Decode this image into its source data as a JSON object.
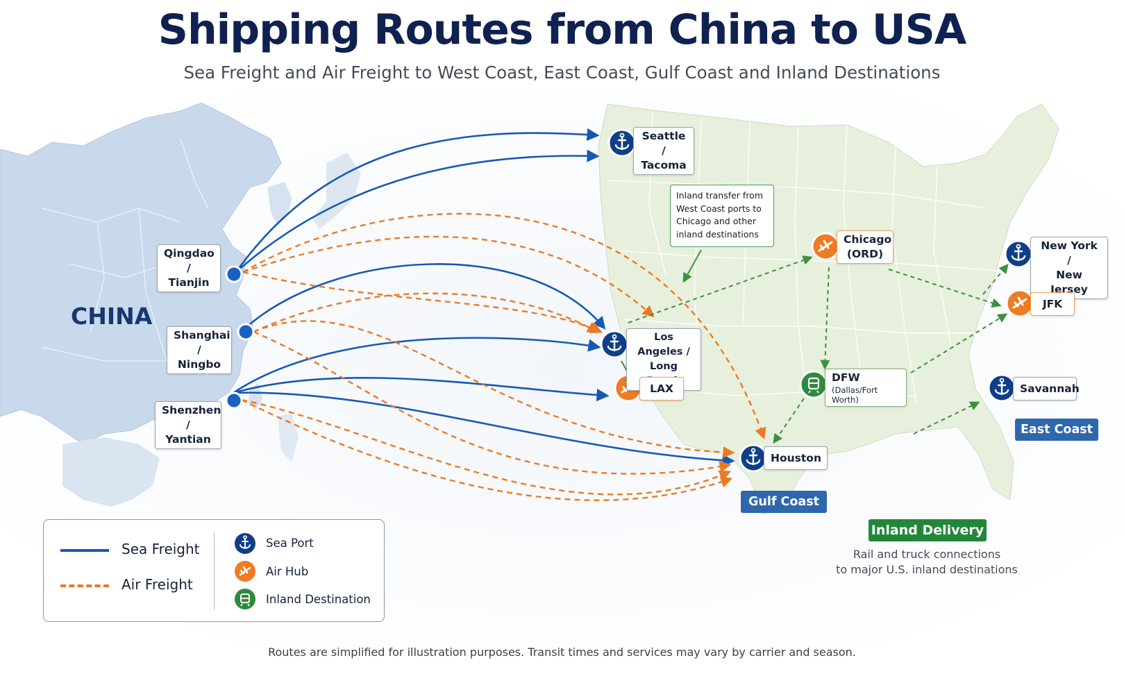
{
  "title": "Shipping Routes from China to USA",
  "subtitle": "Sea Freight and Air Freight to West Coast, East Coast, Gulf Coast and Inland Destinations",
  "china_label": "CHINA",
  "origins": {
    "qingdao": {
      "line1": "Qingdao /",
      "line2": "Tianjin"
    },
    "shanghai": {
      "line1": "Shanghai /",
      "line2": "Ningbo"
    },
    "shenzhen": {
      "line1": "Shenzhen /",
      "line2": "Yantian"
    }
  },
  "destinations": {
    "seattle": {
      "line1": "Seattle /",
      "line2": "Tacoma",
      "type": "sea-port"
    },
    "los_angeles": {
      "line1": "Los Angeles /",
      "line2": "Long Beach",
      "type": "sea-port"
    },
    "lax": {
      "line1": "LAX",
      "type": "air-hub"
    },
    "houston": {
      "line1": "Houston",
      "type": "sea-port"
    },
    "chicago": {
      "line1": "Chicago",
      "line2": "(ORD)",
      "type": "air-hub"
    },
    "dfw": {
      "line1": "DFW",
      "line2": "(Dallas/Fort Worth)",
      "type": "inland-destination"
    },
    "new_york": {
      "line1": "New York /",
      "line2": "New Jersey",
      "type": "sea-port"
    },
    "jfk": {
      "line1": "JFK",
      "type": "air-hub"
    },
    "savannah": {
      "line1": "Savannah",
      "type": "sea-port"
    }
  },
  "callout": {
    "line1": "Inland transfer from",
    "line2": "West Coast ports to",
    "line3": "Chicago and other",
    "line4": "inland destinations"
  },
  "regions": {
    "gulf": "Gulf Coast",
    "east": "East Coast",
    "inland": "Inland Delivery"
  },
  "inland_note": {
    "line1": "Rail and truck connections",
    "line2": "to major U.S. inland destinations"
  },
  "legend": {
    "sea": "Sea Freight",
    "air": "Air Freight",
    "sea_port": "Sea Port",
    "air_hub": "Air Hub",
    "inland": "Inland Destination"
  },
  "footer": "Routes are simplified for illustration purposes.  Transit times and services may vary by carrier and season.",
  "colors": {
    "sea": "#1659b5",
    "air": "#ec7a22",
    "inland": "#3f8f3f",
    "port_icon": "#0f3f86",
    "air_icon": "#ef7b23",
    "inland_icon": "#2e8a3c"
  }
}
